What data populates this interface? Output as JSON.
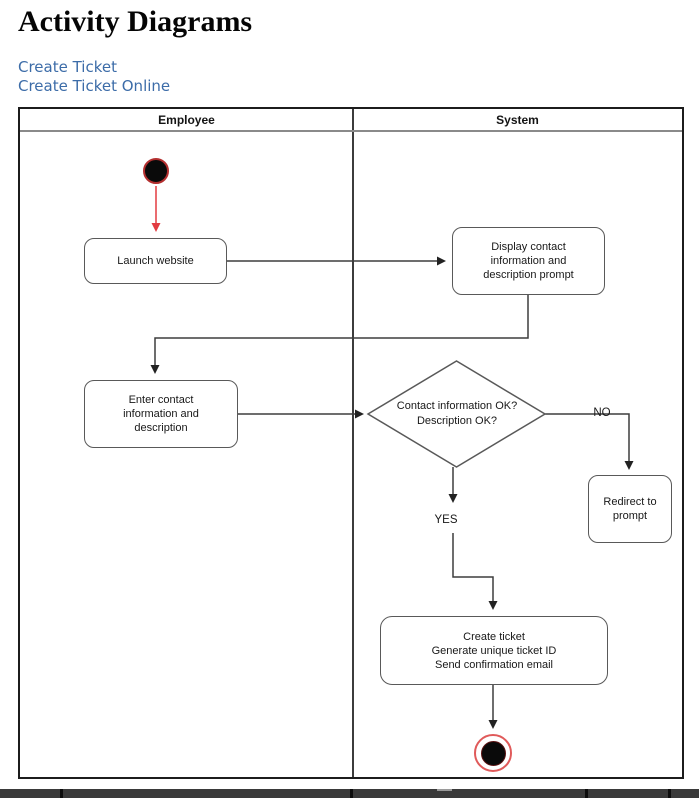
{
  "colors": {
    "link_blue": "#3c6ca8",
    "flow_red": "#e23b41",
    "node_border": "#595959",
    "line_dark": "#3d3d3d"
  },
  "page": {
    "title": "Activity Diagrams",
    "links": [
      {
        "label": "Create Ticket"
      },
      {
        "label": "Create Ticket Online"
      }
    ]
  },
  "diagram": {
    "lanes": [
      {
        "label": "Employee"
      },
      {
        "label": "System"
      }
    ],
    "nodes": {
      "launch_website": "Launch website",
      "display_prompt": "Display contact\ninformation and\ndescription prompt",
      "enter_info": "Enter contact\ninformation and\ndescription",
      "decision": "Contact information OK?\nDescription OK?",
      "redirect": "Redirect to\nprompt",
      "create_ticket": "Create ticket\nGenerate unique ticket ID\nSend confirmation email"
    },
    "labels": {
      "no": "NO",
      "yes": "YES"
    },
    "icons": {
      "start": "initial-node-icon",
      "end": "final-node-icon"
    }
  }
}
